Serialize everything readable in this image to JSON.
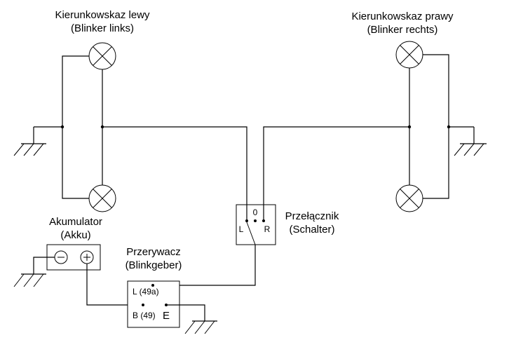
{
  "labels": {
    "left_blinker": "Kierunkowskaz lewy",
    "left_blinker_de": "(Blinker links)",
    "right_blinker": "Kierunkowskaz prawy",
    "right_blinker_de": "(Blinker rechts)",
    "battery": "Akumulator",
    "battery_de": "(Akku)",
    "switch": "Przełącznik",
    "switch_de": "(Schalter)",
    "flasher": "Przerywacz",
    "flasher_de": "(Blinkgeber)"
  },
  "switch_box": {
    "zero": "0",
    "left": "L",
    "right": "R"
  },
  "flasher_box": {
    "l_pin": "L (49a)",
    "b_pin": "B (49)",
    "e_pin": "E"
  },
  "battery_box": {
    "minus": "−",
    "plus": "+"
  }
}
